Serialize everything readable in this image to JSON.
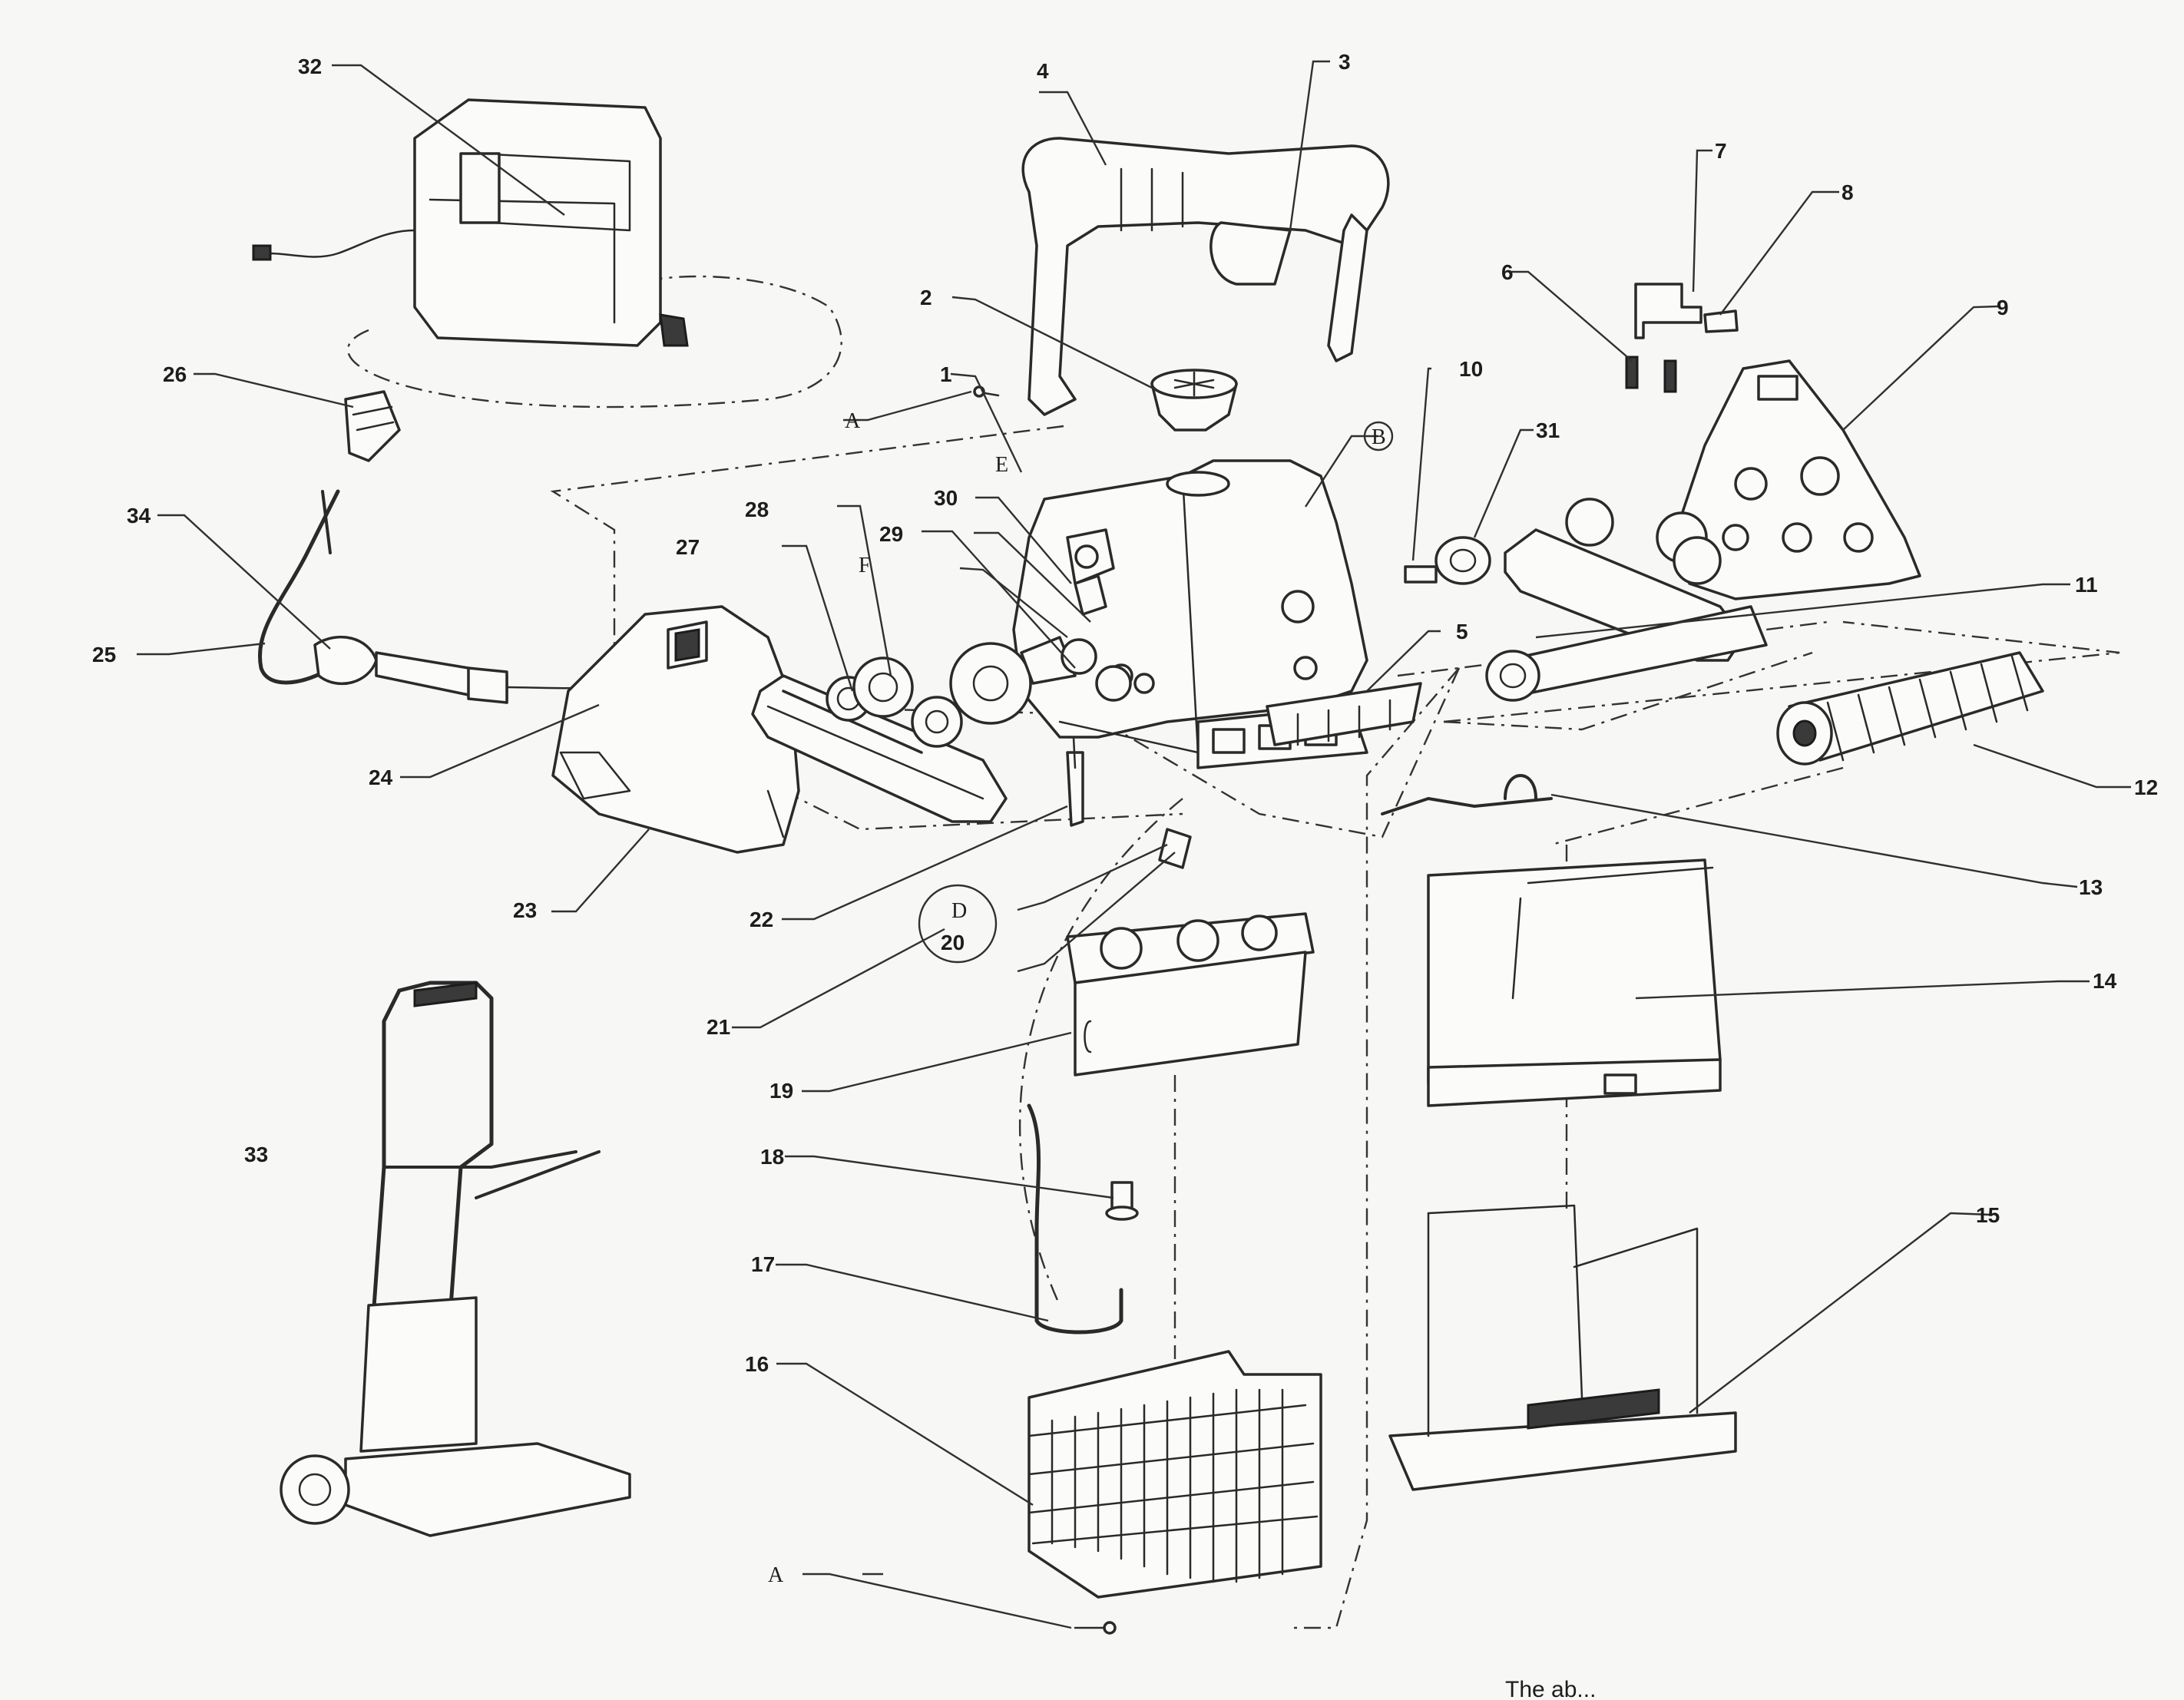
{
  "callouts": [
    {
      "id": "1",
      "label": "1"
    },
    {
      "id": "2",
      "label": "2"
    },
    {
      "id": "3",
      "label": "3"
    },
    {
      "id": "4",
      "label": "4"
    },
    {
      "id": "5",
      "label": "5"
    },
    {
      "id": "6",
      "label": "6"
    },
    {
      "id": "7",
      "label": "7"
    },
    {
      "id": "8",
      "label": "8"
    },
    {
      "id": "9",
      "label": "9"
    },
    {
      "id": "10",
      "label": "10"
    },
    {
      "id": "11",
      "label": "11"
    },
    {
      "id": "12",
      "label": "12"
    },
    {
      "id": "13",
      "label": "13"
    },
    {
      "id": "14",
      "label": "14"
    },
    {
      "id": "15",
      "label": "15"
    },
    {
      "id": "16",
      "label": "16"
    },
    {
      "id": "17",
      "label": "17"
    },
    {
      "id": "18",
      "label": "18"
    },
    {
      "id": "19",
      "label": "19"
    },
    {
      "id": "20",
      "label": "20"
    },
    {
      "id": "21",
      "label": "21"
    },
    {
      "id": "22",
      "label": "22"
    },
    {
      "id": "23",
      "label": "23"
    },
    {
      "id": "24",
      "label": "24"
    },
    {
      "id": "25",
      "label": "25"
    },
    {
      "id": "26",
      "label": "26"
    },
    {
      "id": "27",
      "label": "27"
    },
    {
      "id": "28",
      "label": "28"
    },
    {
      "id": "29",
      "label": "29"
    },
    {
      "id": "30",
      "label": "30"
    },
    {
      "id": "31",
      "label": "31"
    },
    {
      "id": "32",
      "label": "32"
    },
    {
      "id": "33",
      "label": "33"
    },
    {
      "id": "34",
      "label": "34"
    }
  ],
  "reference_letters": {
    "A_top": "A",
    "A_bottom": "A",
    "B": "B",
    "D": "D",
    "E": "E",
    "F": "F"
  },
  "footer_text": "The ab..."
}
